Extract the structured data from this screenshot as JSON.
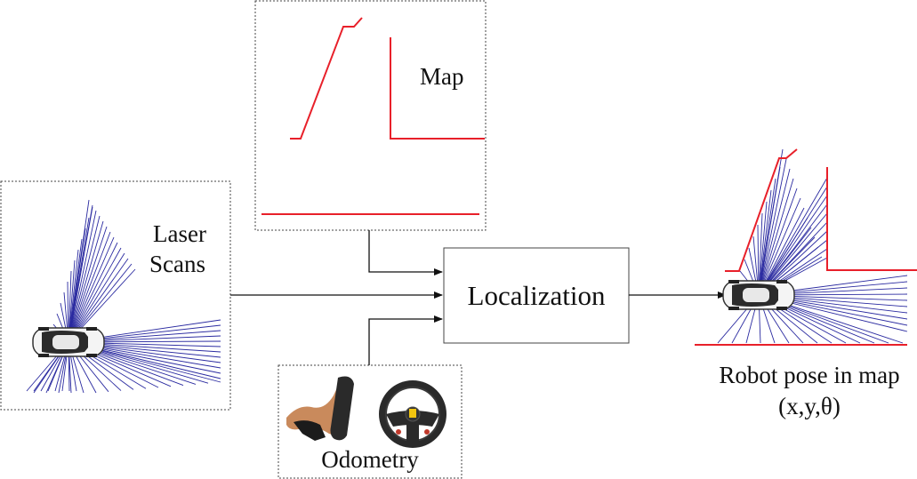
{
  "diagram": {
    "map_label": "Map",
    "laser_label_line1": "Laser",
    "laser_label_line2": "Scans",
    "localization_label": "Localization",
    "odometry_label": "Odometry",
    "pose_label_line1": "Robot pose in map",
    "pose_label_line2": "(x,y,θ)"
  },
  "colors": {
    "map_walls": "#e8202a",
    "laser_rays": "#2a2aa0",
    "box_border": "#444444",
    "arrow": "#111111"
  },
  "icons": {
    "car": "car-top-view-icon",
    "pedal": "foot-pedal-icon",
    "steering": "steering-wheel-icon"
  }
}
